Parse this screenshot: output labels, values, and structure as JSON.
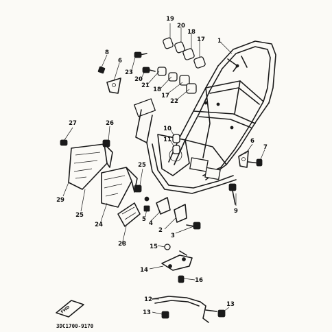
{
  "diagram": {
    "code": "3DC1700-9170",
    "front_mark": "FWD",
    "callouts": [
      "1",
      "2",
      "3",
      "4",
      "5",
      "6",
      "6",
      "7",
      "8",
      "9",
      "10",
      "11",
      "12",
      "13",
      "13",
      "14",
      "15",
      "16",
      "17",
      "17",
      "18",
      "18",
      "19",
      "20",
      "20",
      "21",
      "22",
      "23",
      "24",
      "25",
      "25",
      "26",
      "27",
      "28",
      "29"
    ]
  }
}
